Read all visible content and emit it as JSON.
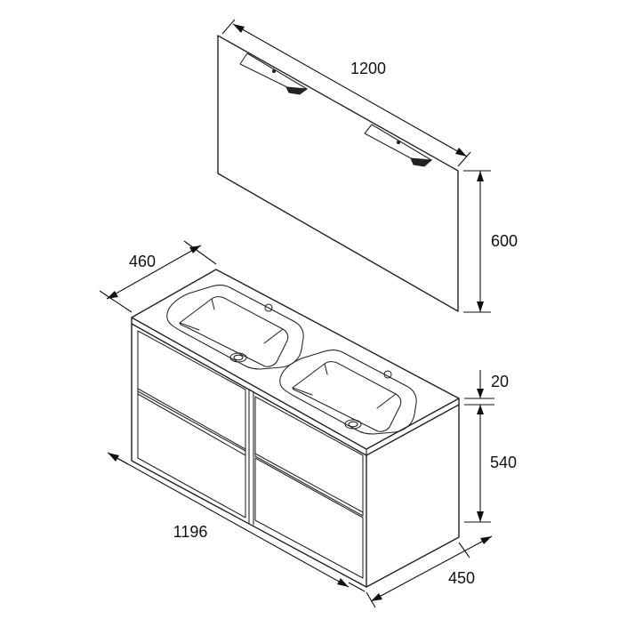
{
  "dimensions": {
    "mirror_width": "1200",
    "mirror_height": "600",
    "vanity_depth": "460",
    "countertop_thickness": "20",
    "cabinet_height": "540",
    "vanity_width": "1196",
    "cabinet_depth": "450"
  }
}
